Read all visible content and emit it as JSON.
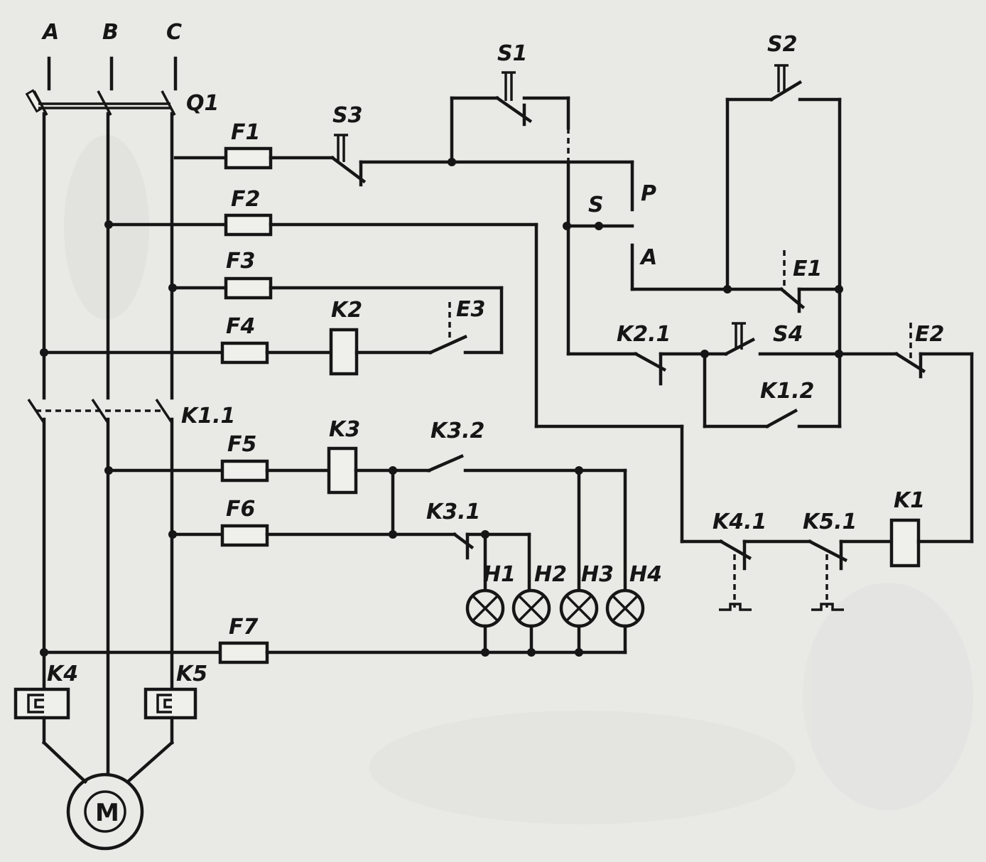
{
  "phases": {
    "a": "A",
    "b": "B",
    "c": "C"
  },
  "labels": {
    "q1": "Q1",
    "k1_1": "K1.1",
    "f1": "F1",
    "f2": "F2",
    "f3": "F3",
    "f4": "F4",
    "f5": "F5",
    "f6": "F6",
    "f7": "F7",
    "s1": "S1",
    "s2": "S2",
    "s3": "S3",
    "s4": "S4",
    "k1": "K1",
    "k2": "K2",
    "k3": "K3",
    "k4": "K4",
    "k5": "K5",
    "k1_2": "K1.2",
    "k2_1": "K2.1",
    "k3_1": "K3.1",
    "k3_2": "K3.2",
    "k4_1": "K4.1",
    "k5_1": "K5.1",
    "e1": "E1",
    "e2": "E2",
    "e3": "E3",
    "h1": "H1",
    "h2": "H2",
    "h3": "H3",
    "h4": "H4",
    "p": "P",
    "s": "S",
    "a_switch": "A",
    "motor": "M"
  }
}
